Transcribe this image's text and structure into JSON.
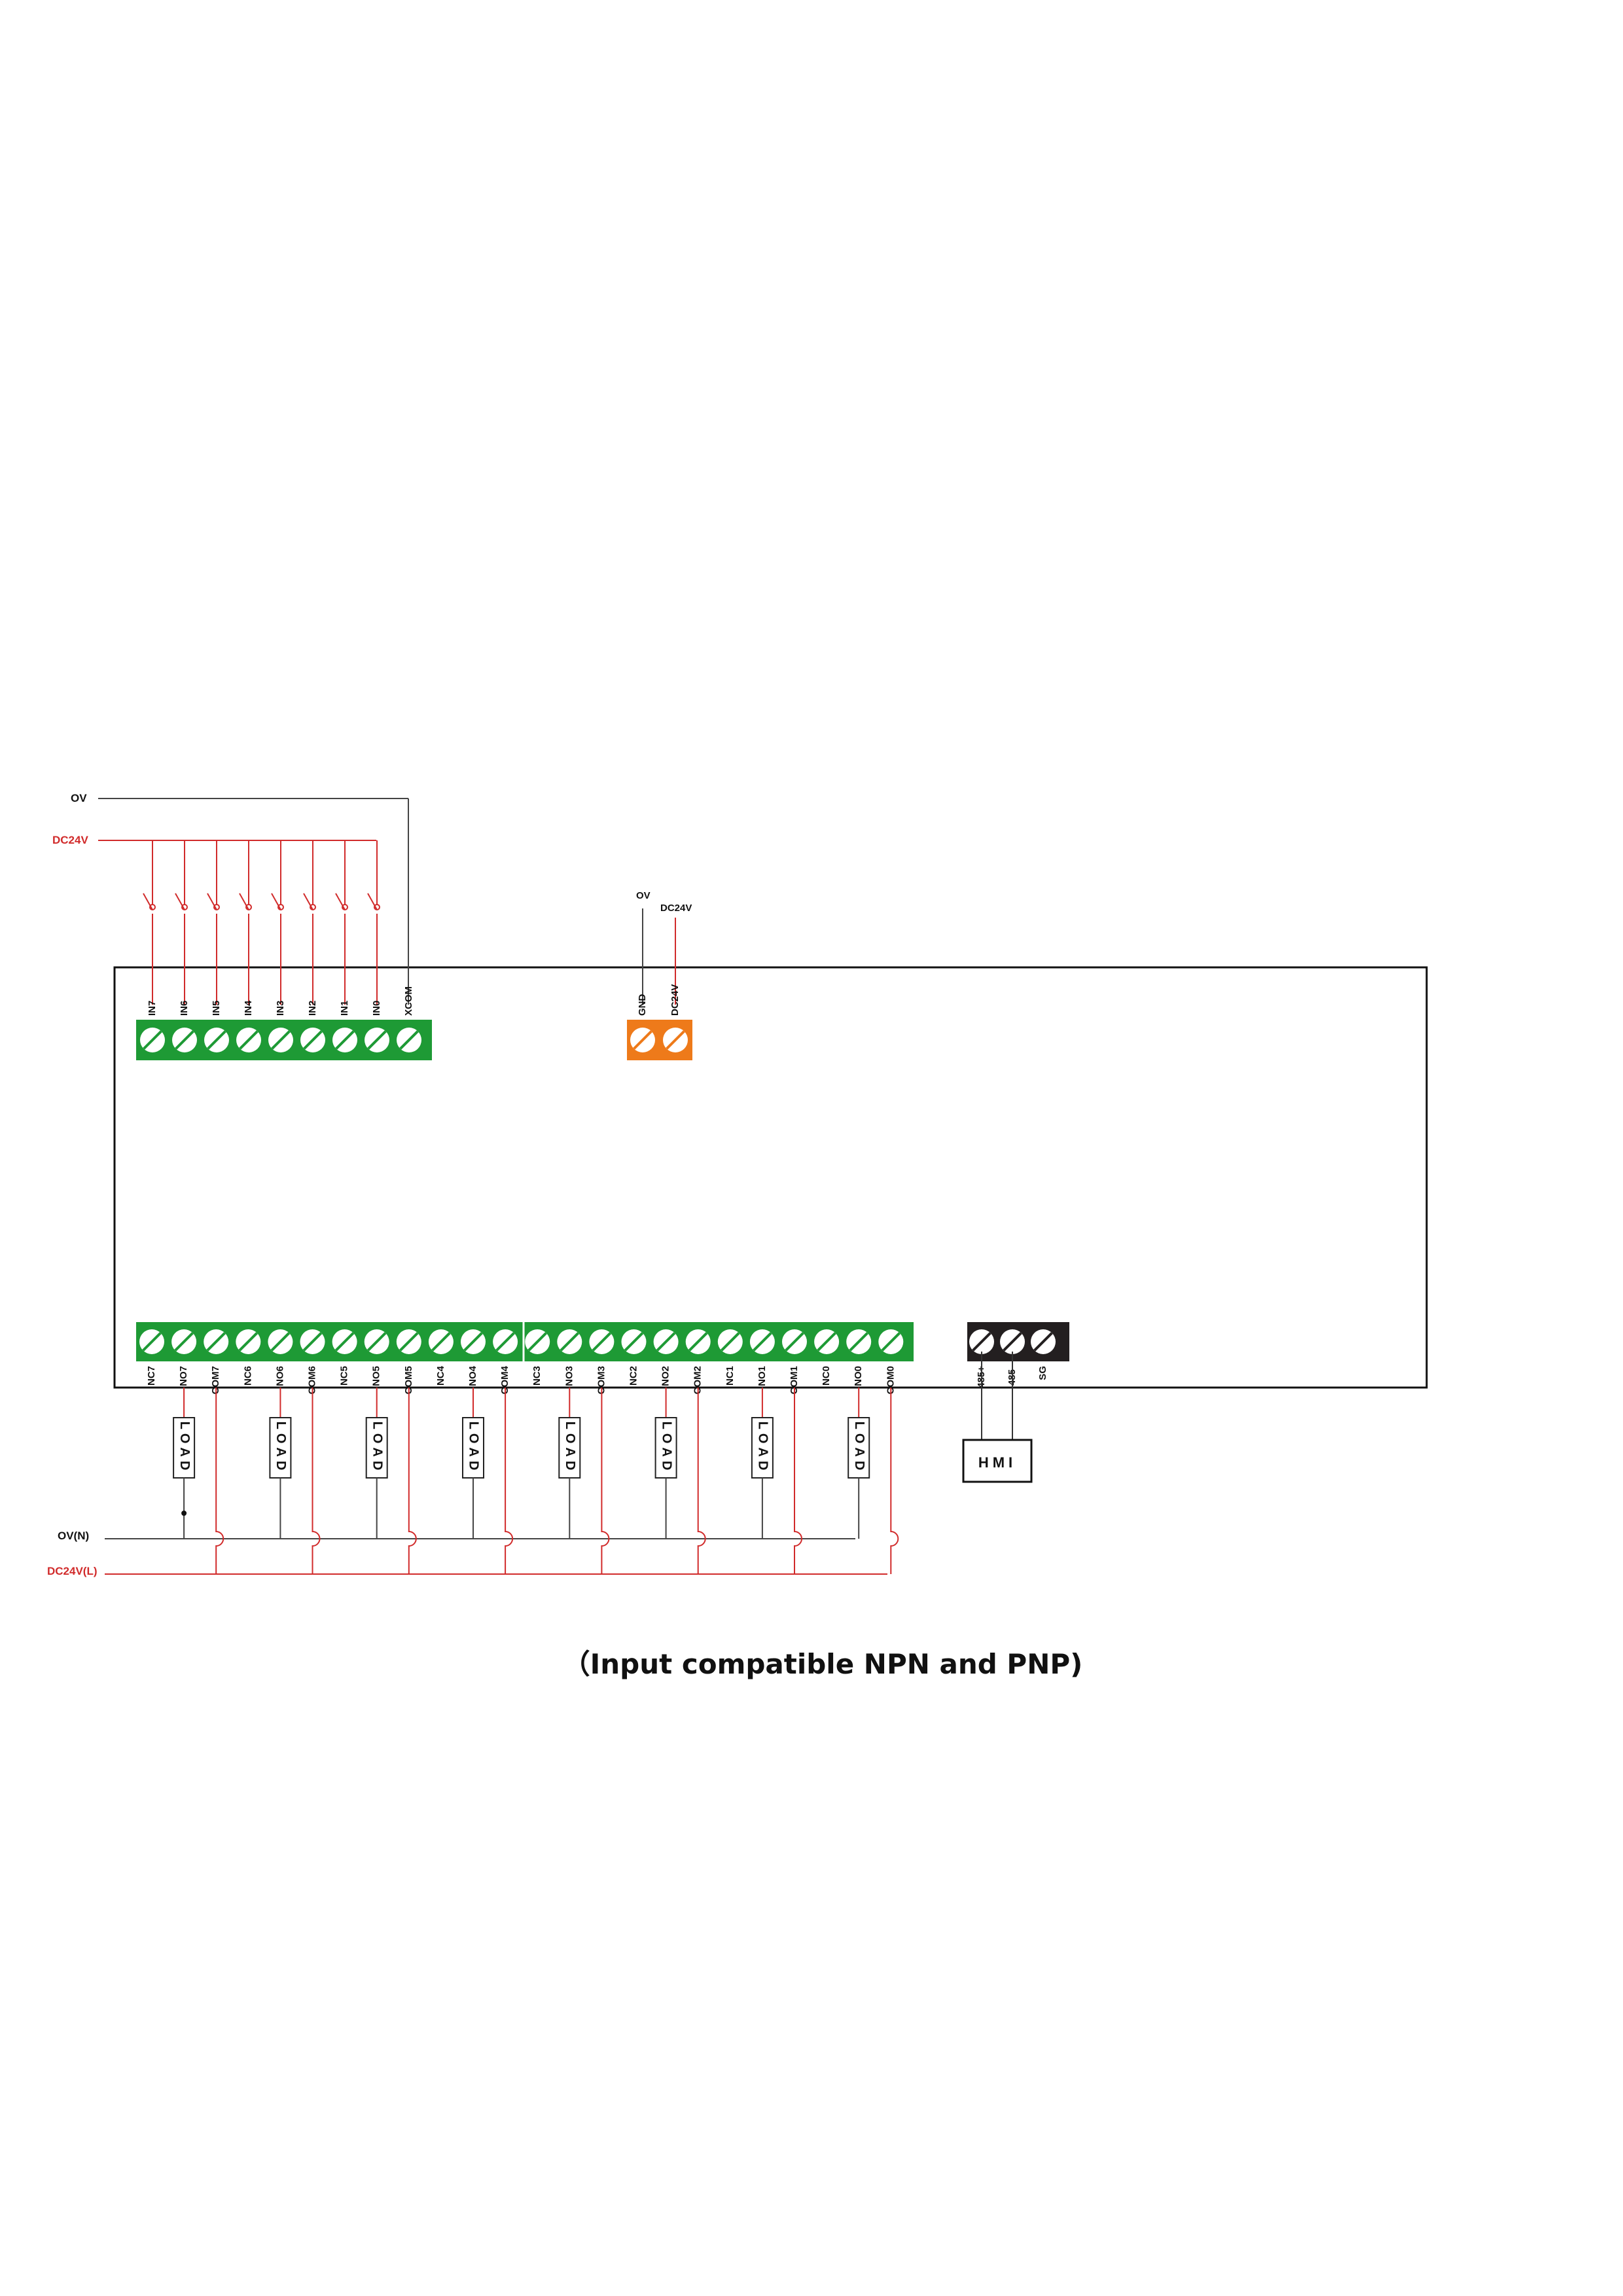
{
  "rails": {
    "input_0v": "OV",
    "input_dc24v": "DC24V",
    "power_0v": "OV",
    "power_dc24v": "DC24V",
    "output_0v": "OV(N)",
    "output_dc24v": "DC24V(L)"
  },
  "input_terminals": [
    "IN7",
    "IN6",
    "IN5",
    "IN4",
    "IN3",
    "IN2",
    "IN1",
    "IN0",
    "XCOM"
  ],
  "power_terminals": [
    "GND",
    "DC24V"
  ],
  "output_terminals": [
    "NC7",
    "NO7",
    "COM7",
    "NC6",
    "NO6",
    "COM6",
    "NC5",
    "NO5",
    "COM5",
    "NC4",
    "NO4",
    "COM4",
    "NC3",
    "NO3",
    "COM3",
    "NC2",
    "NO2",
    "COM2",
    "NC1",
    "NO1",
    "COM1",
    "NC0",
    "NO0",
    "COM0"
  ],
  "comm_terminals": [
    "485+",
    "485-",
    "SG"
  ],
  "load_label": "LOAD",
  "hmi_label": "HMI",
  "caption": "（Input compatible NPN and PNP)",
  "colors": {
    "terminal_green": "#1e9a35",
    "terminal_orange": "#ee7a1a",
    "terminal_black": "#231f20",
    "wire_red": "#d12b2b",
    "wire_black": "#333333",
    "label_red": "#d12b2b"
  }
}
